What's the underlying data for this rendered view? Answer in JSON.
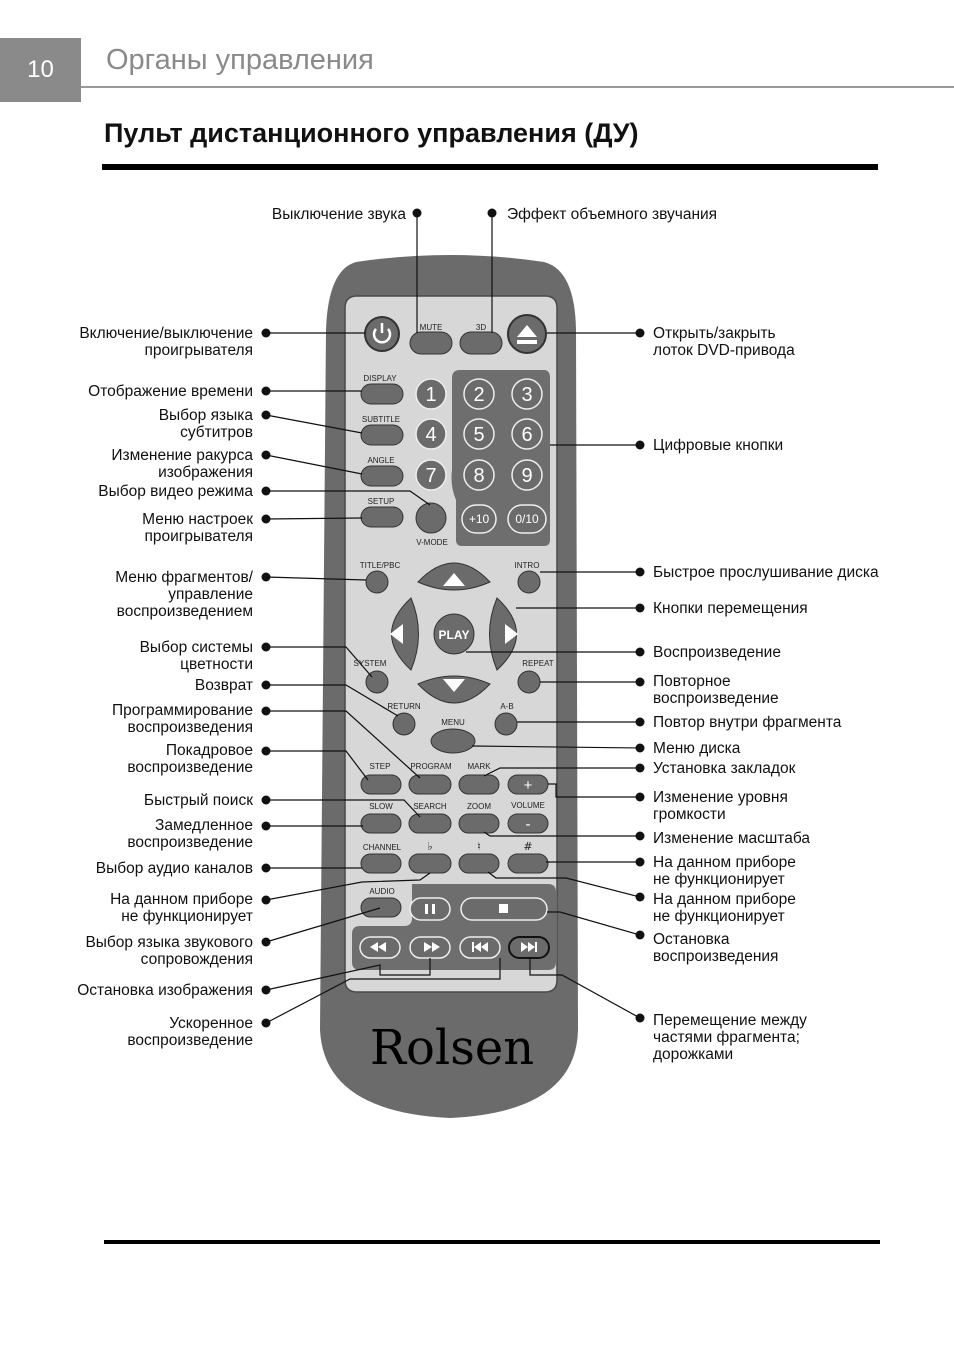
{
  "header": {
    "page_number": "10",
    "section": "Органы управления",
    "title": "Пульт дистанционного управления (ДУ)"
  },
  "remote": {
    "brand": "Rolsen",
    "buttons": {
      "mute": "MUTE",
      "s3d": "3D",
      "display": "DISPLAY",
      "subtitle": "SUBTITLE",
      "angle": "ANGLE",
      "setup": "SETUP",
      "vmode": "V-MODE",
      "digits": [
        "1",
        "2",
        "3",
        "4",
        "5",
        "6",
        "7",
        "8",
        "9"
      ],
      "plus10": "+10",
      "zero10": "0/10",
      "title_pbc": "TITLE/PBC",
      "intro": "INTRO",
      "play": "PLAY",
      "system": "SYSTEM",
      "repeat": "REPEAT",
      "return": "RETURN",
      "ab": "A-B",
      "menu": "MENU",
      "step": "STEP",
      "program": "PROGRAM",
      "mark": "MARK",
      "volume": "VOLUME",
      "vol_plus": "+",
      "vol_minus": "-",
      "slow": "SLOW",
      "search": "SEARCH",
      "zoom": "ZOOM",
      "channel": "CHANNEL",
      "flat": "♭",
      "natural": "♮",
      "sharp": "#",
      "audio": "AUDIO"
    }
  },
  "callouts_top": {
    "mute": "Выключение звука",
    "surround": "Эффект объемного звучания"
  },
  "callouts_left": [
    "Включение/выключение\nпроигрывателя",
    "Отображение времени",
    "Выбор языка\nсубтитров",
    "Изменение ракурса\nизображения",
    "Выбор видео режима",
    "Меню настроек\nпроигрывателя",
    "Меню фрагментов/\nуправление\nвоспроизведением",
    "Выбор системы\nцветности",
    "Возврат",
    "Программирование\nвоспроизведения",
    "Покадровое\nвоспроизведение",
    "Быстрый поиск",
    "Замедленное\nвоспроизведение",
    "Выбор аудио каналов",
    "На данном приборе\nне функционирует",
    "Выбор языка звукового\nсопровождения",
    "Остановка изображения",
    "Ускоренное\nвоспроизведение"
  ],
  "callouts_right": [
    "Открыть/закрыть\nлоток DVD-привода",
    "Цифровые кнопки",
    "Быстрое прослушивание диска",
    "Кнопки перемещения",
    "Воспроизведение",
    "Повторное\nвоспроизведение",
    "Повтор внутри фрагмента",
    "Меню диска",
    "Установка закладок",
    "Изменение уровня\nгромкости",
    "Изменение масштаба",
    "На данном приборе\nне функционирует",
    "На данном приборе\nне функционирует",
    "Остановка\nвоспроизведения",
    "Перемещение между\nчастями фрагмента;\nдорожками"
  ]
}
